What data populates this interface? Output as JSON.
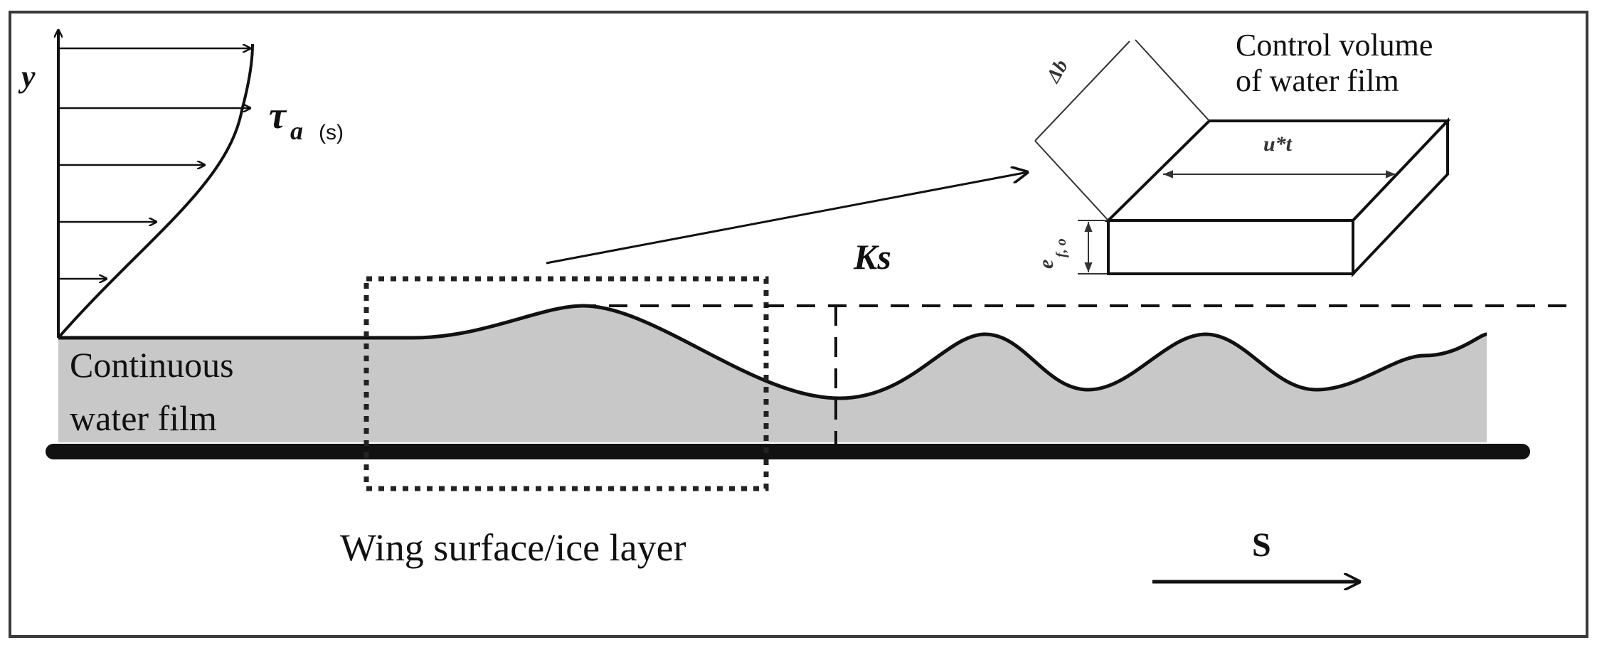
{
  "labels": {
    "y_axis": "y",
    "tau_symbol": "τ",
    "tau_subscript": "a",
    "tau_argument": "(s)",
    "control_volume_line1": "Control volume",
    "control_volume_line2": "of water film",
    "delta_b": "Δb",
    "u_t": "u*t",
    "e_f": "e",
    "e_f_subscript": "f, o",
    "ks": "Ks",
    "continuous_line1": "Continuous",
    "continuous_line2": "water film",
    "wing_surface": "Wing surface/ice layer",
    "s_direction": "S"
  },
  "colors": {
    "water_fill": "#c8c8c8",
    "ink": "#111111",
    "frame": "#3a3a3a"
  }
}
